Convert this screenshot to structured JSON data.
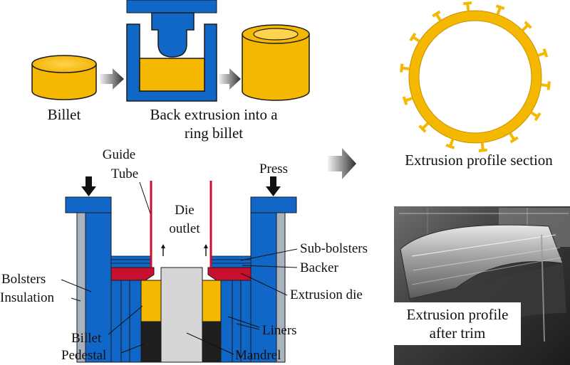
{
  "colors": {
    "billet_yellow": "#F5B800",
    "tool_blue": "#1067C8",
    "die_red": "#C8102E",
    "insulation_gray": "#A9B3BE",
    "mandrel_gray": "#D6D6D6",
    "pedestal_black": "#1E1E1E",
    "arrow_gray": "#3A3A3A"
  },
  "icons": {
    "process_arrow": "gradient-right-arrow",
    "press_arrow": "down-arrow"
  },
  "labels": {
    "billet": "Billet",
    "back_extrusion_line1": "Back extrusion into a",
    "back_extrusion_line2": "ring billet",
    "profile_section": "Extrusion profile section",
    "guide": "Guide",
    "tube": "Tube",
    "press": "Press",
    "die": "Die",
    "outlet": "outlet",
    "sub_bolsters": "Sub-bolsters",
    "backer": "Backer",
    "bolsters": "Bolsters",
    "insulation": "Insulation",
    "extrusion_die": "Extrusion die",
    "billet_lower": "Billet",
    "pedestal": "Pedestal",
    "liners": "Liners",
    "mandrel": "Mandrel",
    "profile_after_trim_line1": "Extrusion profile",
    "profile_after_trim_line2": "after trim"
  }
}
